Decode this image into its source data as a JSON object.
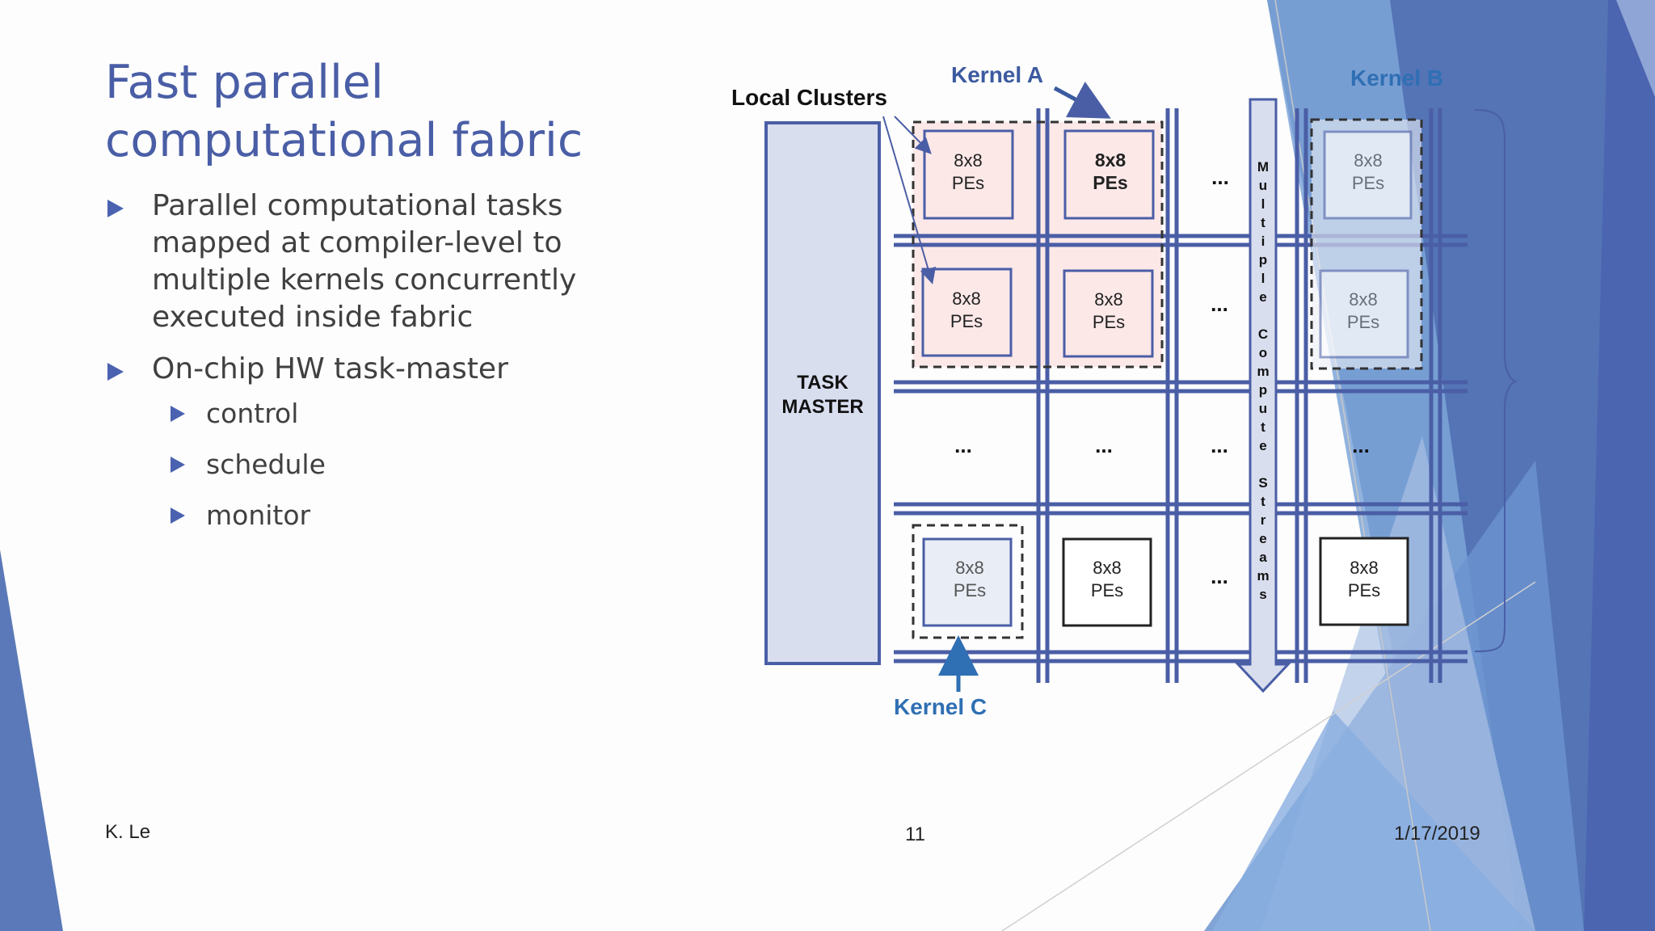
{
  "slide": {
    "title_line1": "Fast parallel",
    "title_line2": "computational fabric",
    "bullets": [
      "Parallel computational tasks mapped at compiler-level to multiple kernels concurrently executed inside fabric",
      "On-chip HW task-master"
    ],
    "sub_bullets": [
      "control",
      "schedule",
      "monitor"
    ]
  },
  "diagram": {
    "local_clusters_label": "Local Clusters",
    "kernel_a_label": "Kernel A",
    "kernel_b_label": "Kernel B",
    "kernel_c_label": "Kernel C",
    "task_master_line1": "TASK",
    "task_master_line2": "MASTER",
    "pe_line1": "8x8",
    "pe_line2": "PEs",
    "ellipsis": "...",
    "stream_label": "Multiple Compute Streams",
    "colors": {
      "bus": "#4a5ea6",
      "kernel_label": "#2f6fb3",
      "cluster_fill": "#fde8e8",
      "task_master_fill": "#d9deef"
    }
  },
  "footer": {
    "author": "K. Le",
    "page_number": "11",
    "date": "1/17/2019"
  },
  "theme": {
    "title_color": "#4a5ea6",
    "bullet_color": "#4a62b0",
    "accent_dark": "#4a62b0",
    "accent_light": "#7aa7d8"
  }
}
